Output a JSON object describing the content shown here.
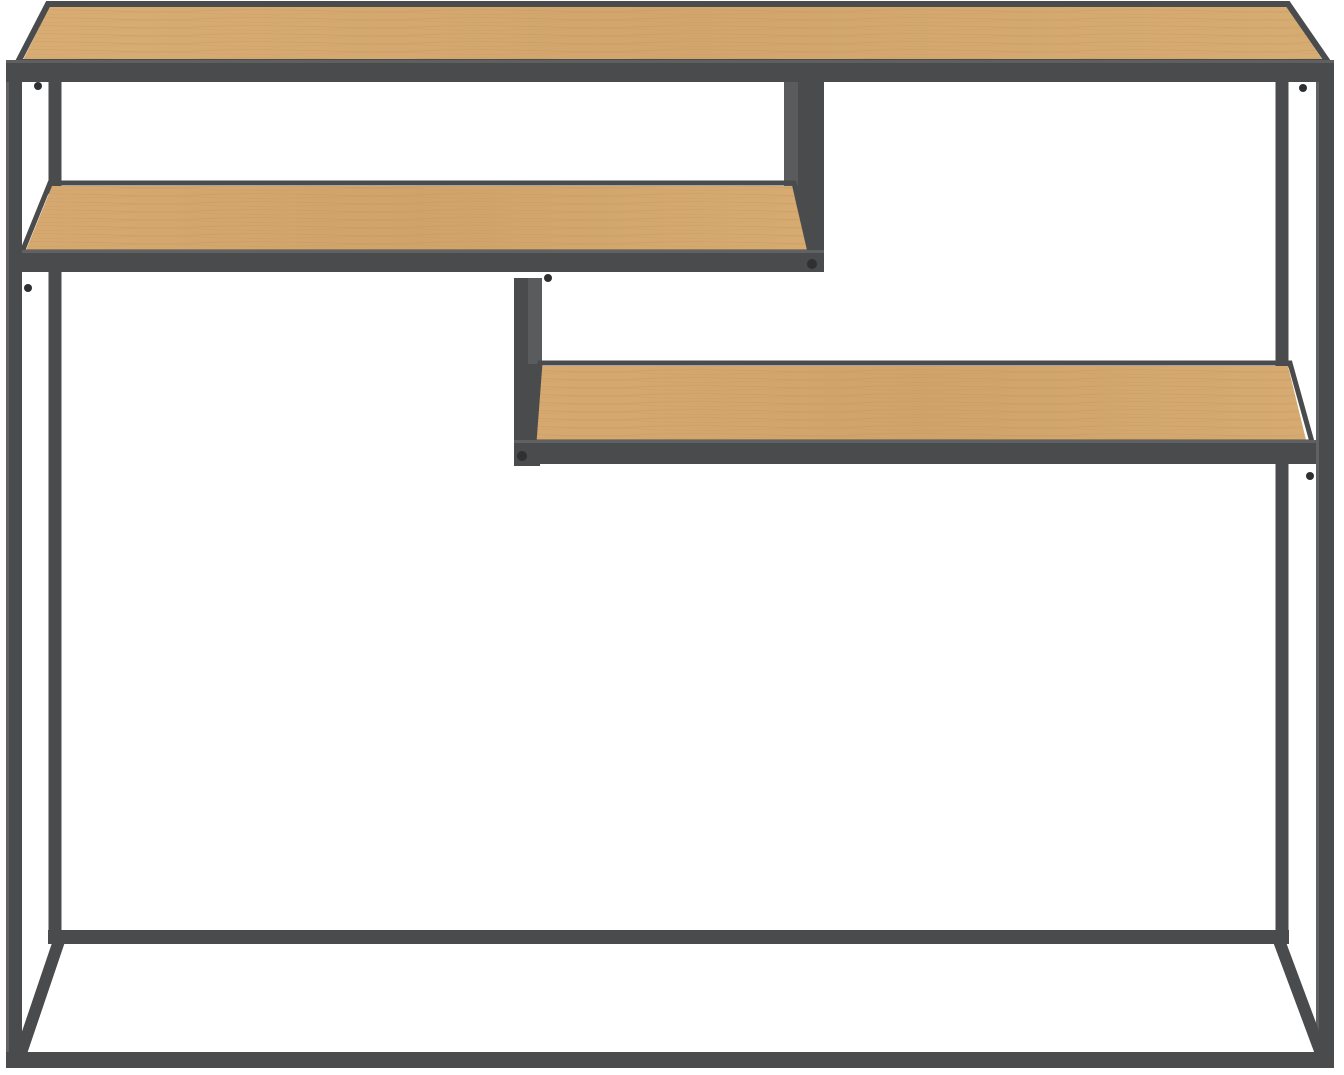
{
  "product": {
    "type": "console table",
    "frame": {
      "material": "metal",
      "color": "#4a4b4d",
      "highlight_color": "#6a6b6d",
      "shadow_color": "#2f3032"
    },
    "shelves": {
      "material": "wood",
      "color": "#d4a870",
      "grain_color": "#c49560",
      "edge_color": "#b98a55",
      "count": 3,
      "names": [
        "top-shelf",
        "upper-left-shelf",
        "lower-right-shelf"
      ]
    },
    "background": "#ffffff"
  }
}
